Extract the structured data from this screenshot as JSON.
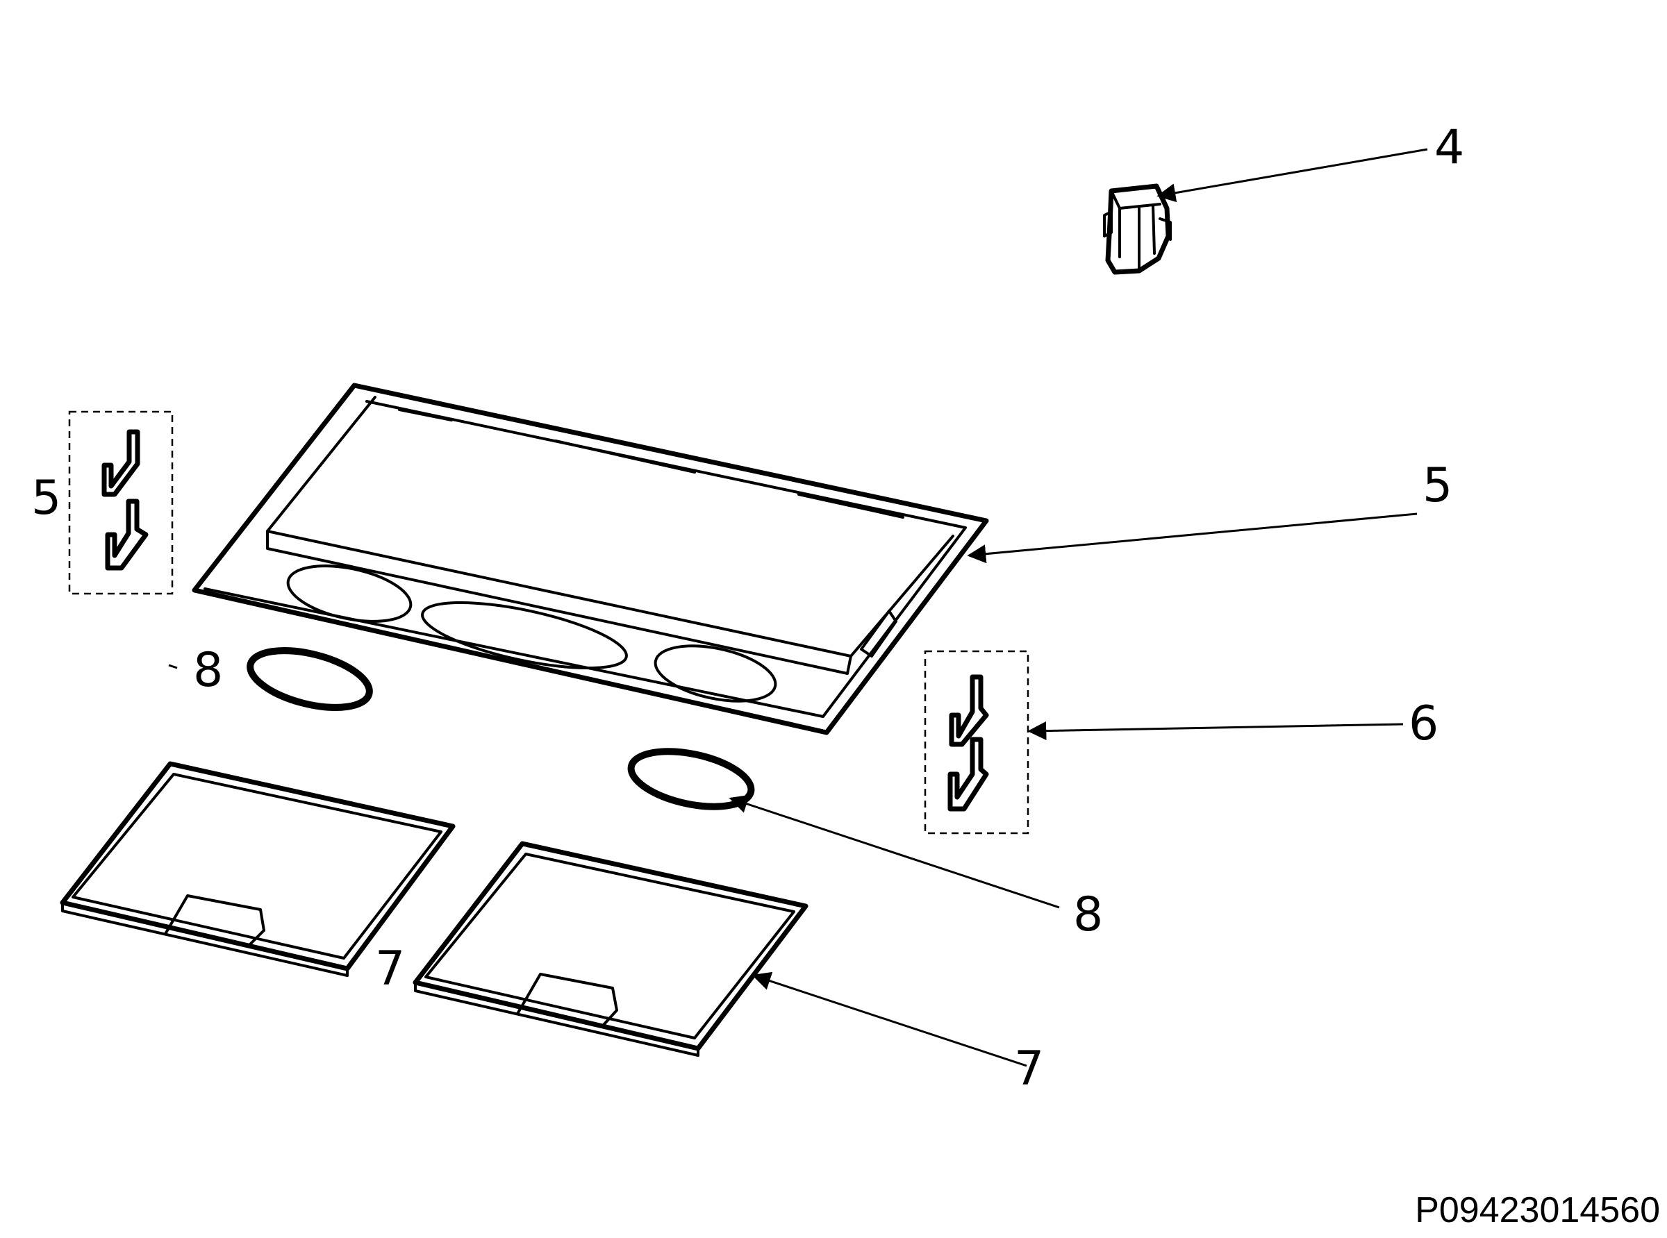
{
  "callouts": {
    "c4": "4",
    "c5_left": "5",
    "c5_right": "5",
    "c6": "6",
    "c7_left": "7",
    "c7_right": "7",
    "c8_left": "8",
    "c8_right": "8"
  },
  "document_code": "P09423014560"
}
